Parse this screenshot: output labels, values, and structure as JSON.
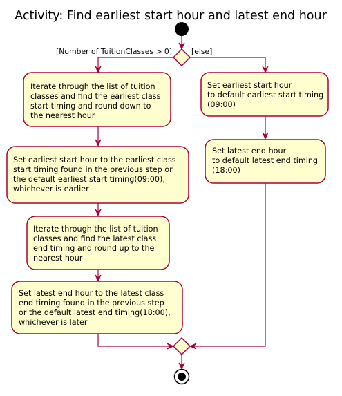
{
  "title": "Activity: Find earliest start hour and latest end hour",
  "decision": {
    "guard_yes": "[Number of TuitionClasses > 0]",
    "guard_else": "[else]"
  },
  "left_branch": [
    {
      "lines": [
        "Iterate through the list of tuition",
        "classes and find the earliest class",
        "start timing and round down to",
        "the nearest hour"
      ]
    },
    {
      "lines": [
        "Set earliest start hour to the earliest class",
        "start timing found in the previous step or",
        "the default earliest start timing(09:00),",
        "whichever is earlier"
      ]
    },
    {
      "lines": [
        "Iterate through the list of tuition",
        "classes and find the latest class",
        "end timing and round up to the",
        "nearest hour"
      ]
    },
    {
      "lines": [
        "Set latest end hour to the latest class",
        "end timing found in the previous step",
        "or the default latest end timing(18:00),",
        "whichever is later"
      ]
    }
  ],
  "right_branch": [
    {
      "lines": [
        "Set earliest start hour",
        "to default earliest start timing",
        "(09:00)"
      ]
    },
    {
      "lines": [
        "Set latest end hour",
        "to default latest end timing",
        "(18:00)"
      ]
    }
  ],
  "colors": {
    "node_fill": "#FEFECE",
    "node_border": "#A80036",
    "edge": "#A80036",
    "start_end": "#000000"
  }
}
